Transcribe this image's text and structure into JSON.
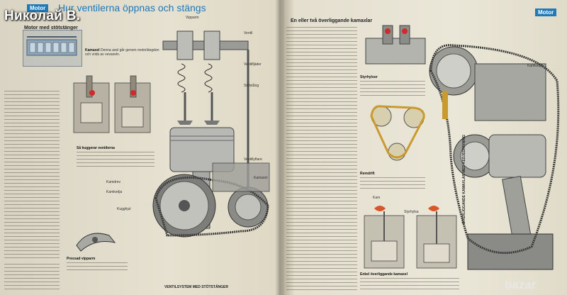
{
  "watermark": {
    "seller_name": "Николай В.",
    "logo_text": "bazar"
  },
  "left_page": {
    "section_tag": "Motor",
    "title": "Hur ventilerna öppnas och stängs",
    "inset_title": "Motor med stötstänger",
    "kamaxel_caption_head": "Kamaxel",
    "kamaxel_caption": "Denna axel går genom motorlängden och vrids av vevaxeln.",
    "kamaxel_label": "Kamaxel",
    "lyftare_label": "Ventillyftare",
    "fjader_label": "Ventilfjäder",
    "ventil_label": "Ventil",
    "stotstang_label": "Stötstång",
    "vipparm_label": "Vipparm",
    "kugghjul_label": "Kugghjul",
    "kamdrev_label": "Kamdrev",
    "kamkedja_label": "Kamkedja",
    "caption_sa_kugerar": "Så kuggerar ventilerna",
    "caption_pressat": "Pressad vipparm",
    "bottom_caption": "VENTILSYSTEM MED STÖTSTÄNGER"
  },
  "right_page": {
    "section_tag": "Motor",
    "heading": "En eller två överliggande kamaxlar",
    "caption_styrhylsor": "Styrhylsor",
    "caption_remdrift": "Remdrift",
    "caption_enkel": "Enkel överliggande kamaxel",
    "label_kam": "Kam",
    "label_styrhylsa": "Styrhylsa",
    "label_kedja": "Kamkedja",
    "vertical_caption": "ÖVERLIGGANDE KAMAXLAR MED KEDJEDRIVNING"
  }
}
